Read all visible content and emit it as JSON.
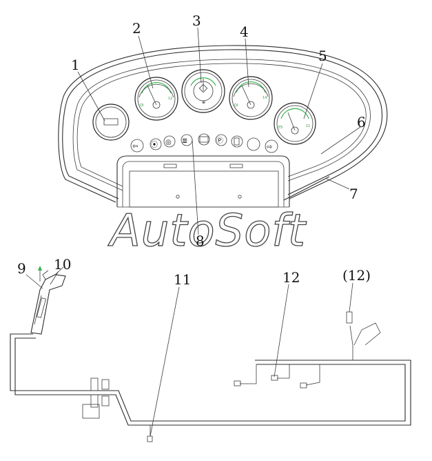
{
  "watermark": "AutoSoft",
  "callouts": [
    {
      "id": "1",
      "label": "1"
    },
    {
      "id": "2",
      "label": "2"
    },
    {
      "id": "3",
      "label": "3"
    },
    {
      "id": "4",
      "label": "4"
    },
    {
      "id": "5",
      "label": "5"
    },
    {
      "id": "6",
      "label": "6"
    },
    {
      "id": "7",
      "label": "7"
    },
    {
      "id": "8",
      "label": "8"
    },
    {
      "id": "9",
      "label": "9"
    },
    {
      "id": "10",
      "label": "10"
    },
    {
      "id": "11",
      "label": "11"
    },
    {
      "id": "12",
      "label": "12"
    },
    {
      "id": "12b",
      "label": "(12)"
    }
  ],
  "gauges": {
    "g2": {
      "left": "QI",
      "right": "12"
    },
    "g4": {
      "left": "QI",
      "right": "14"
    },
    "g5": {
      "left": "E5",
      "right": "11"
    }
  },
  "indicator_icons": [
    "arrow-left-icon",
    "brake-icon",
    "oil-pressure-icon",
    "headlight-icon",
    "battery-icon",
    "parking-icon",
    "fuel-icon",
    "blank-lamp",
    "arrow-right-icon"
  ]
}
